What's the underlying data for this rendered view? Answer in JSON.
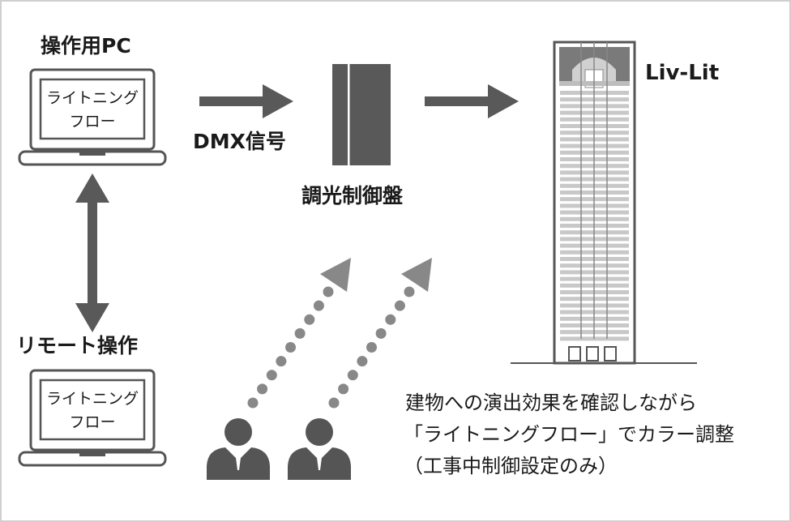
{
  "labels": {
    "operator_pc": "操作用PC",
    "remote": "リモート操作",
    "dmx": "DMX信号",
    "dimmer": "調光制御盤",
    "building": "Liv-Lit"
  },
  "laptops": [
    {
      "line1": "ライトニング",
      "line2": "フロー"
    },
    {
      "line1": "ライトニング",
      "line2": "フロー"
    }
  ],
  "caption": {
    "line1": "建物への演出効果を確認しながら",
    "line2": "「ライトニングフロー」でカラー調整",
    "line3": "（工事中制御設定のみ）"
  },
  "colors": {
    "frame": "#555555",
    "arrow": "#595959",
    "accent_gray": "#888888",
    "light_gray": "#bfbfbf"
  }
}
